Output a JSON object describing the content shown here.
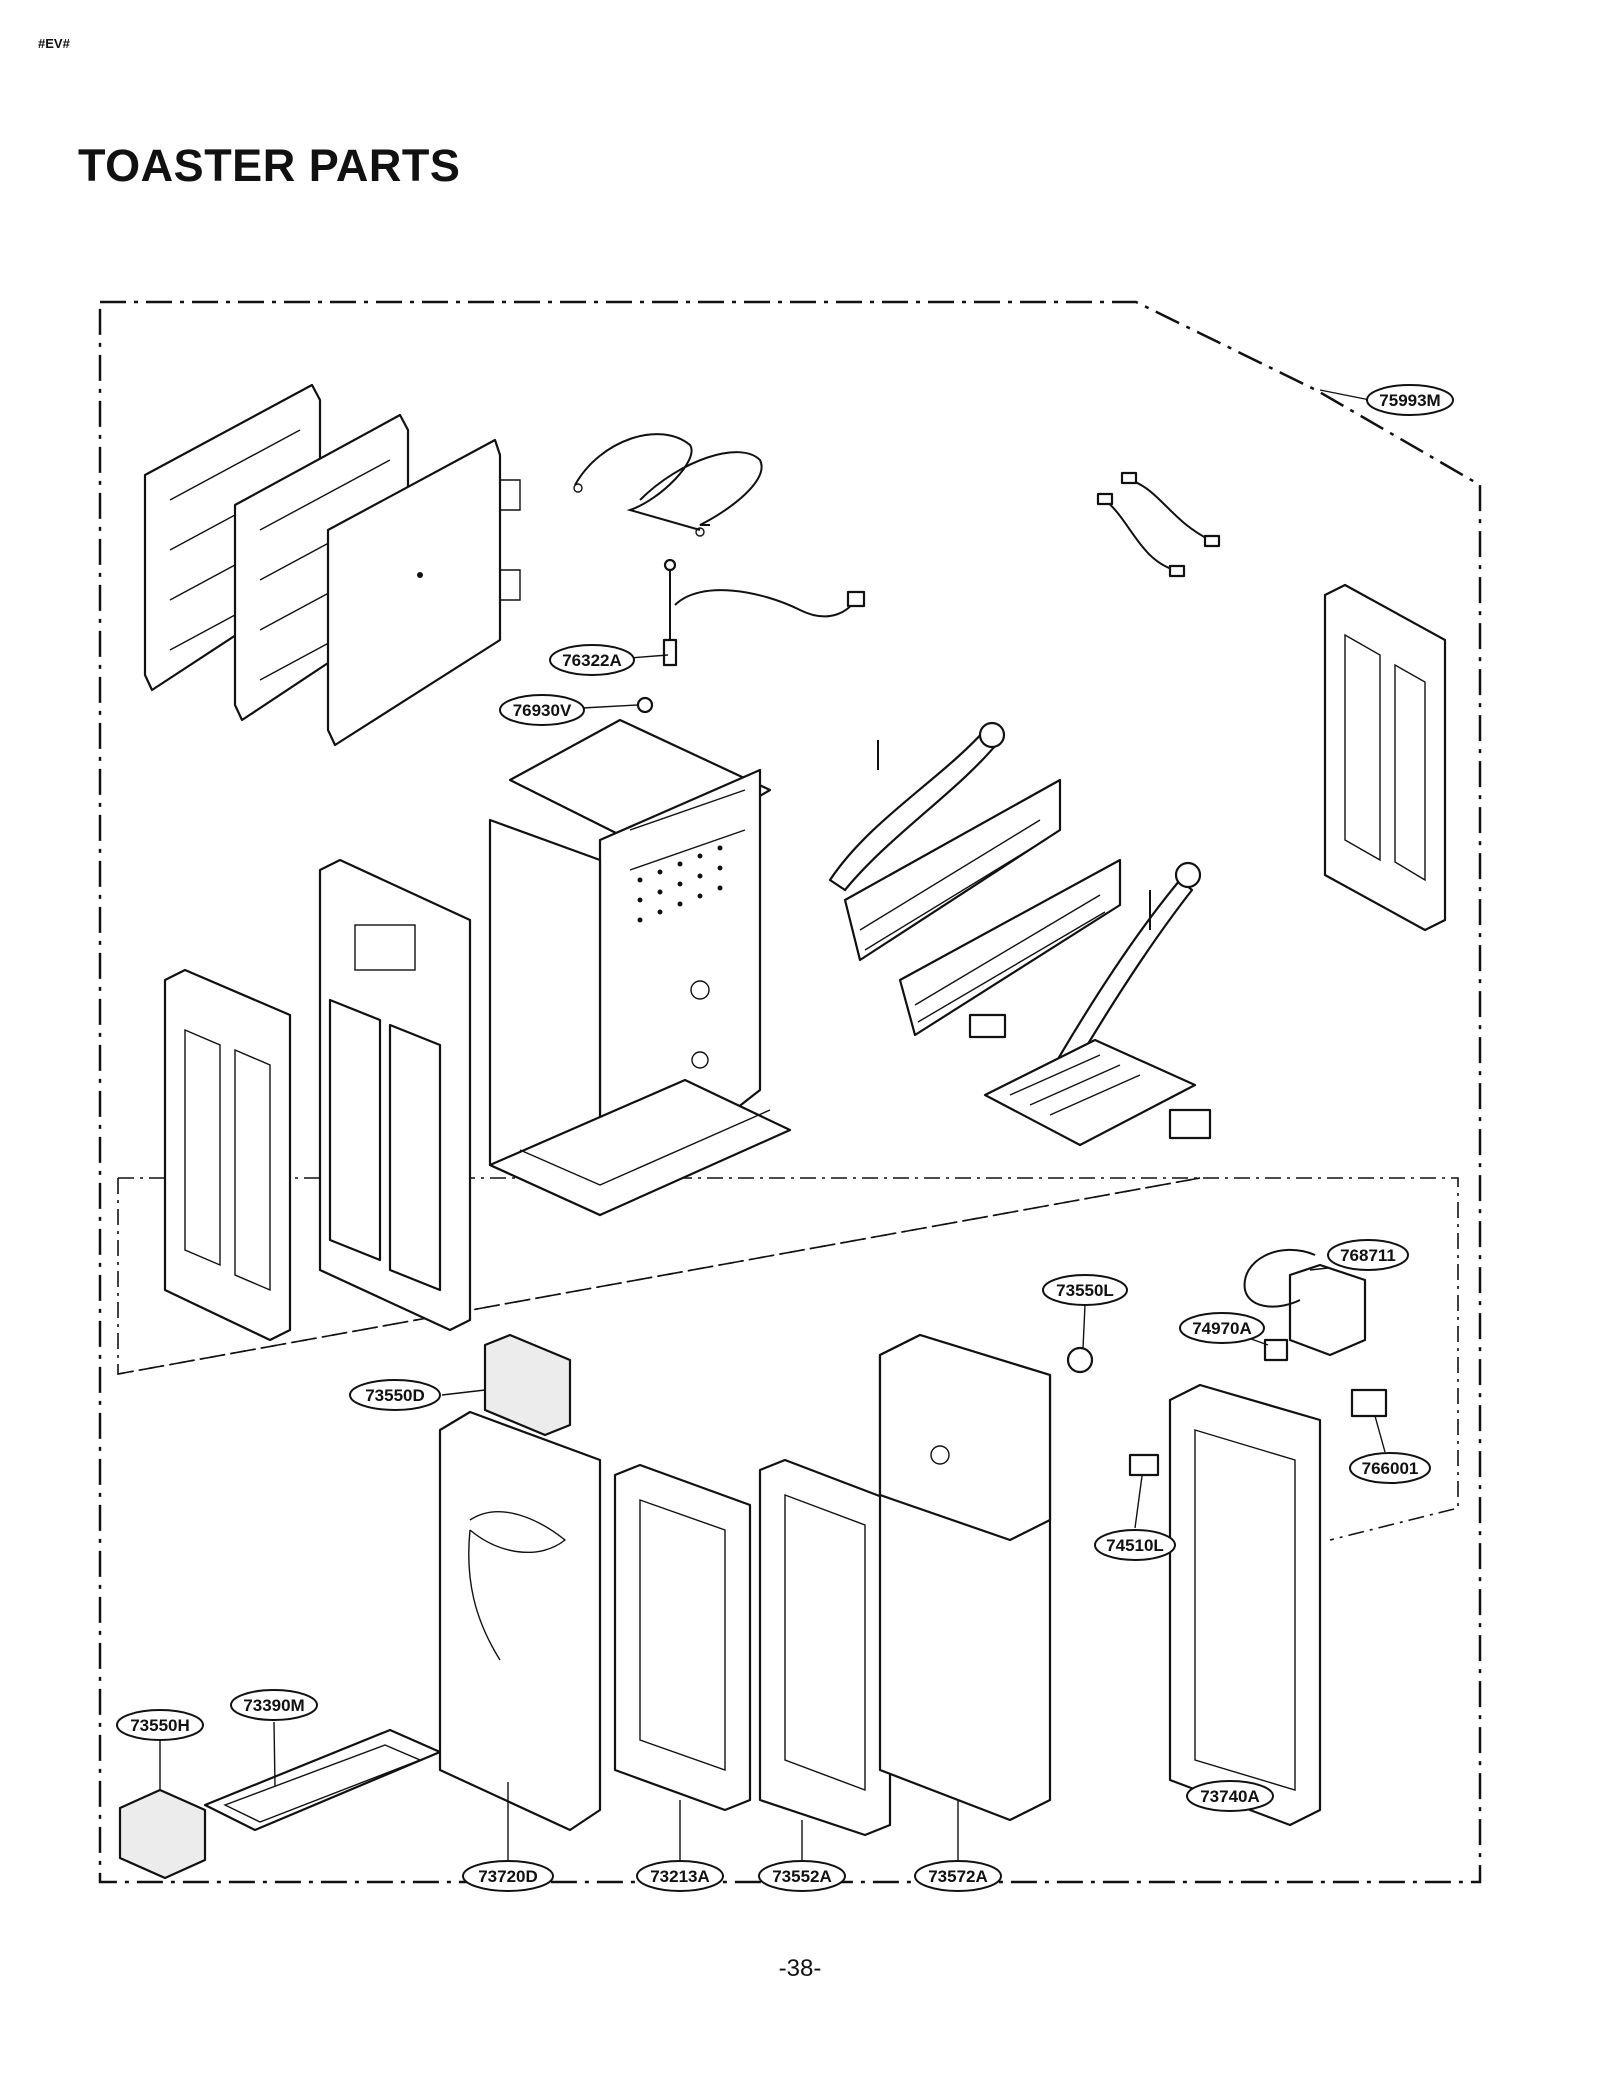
{
  "header": {
    "corner_tag": "#EV#",
    "title": "TOASTER PARTS"
  },
  "footer": {
    "page_number": "-38-"
  },
  "callouts": [
    {
      "id": "c-75993m",
      "label": "75993M"
    },
    {
      "id": "c-76322a",
      "label": "76322A"
    },
    {
      "id": "c-76930v",
      "label": "76930V"
    },
    {
      "id": "c-768711",
      "label": "768711"
    },
    {
      "id": "c-73550l",
      "label": "73550L"
    },
    {
      "id": "c-74970a",
      "label": "74970A"
    },
    {
      "id": "c-73550d",
      "label": "73550D"
    },
    {
      "id": "c-766001",
      "label": "766001"
    },
    {
      "id": "c-74510l",
      "label": "74510L"
    },
    {
      "id": "c-73390m",
      "label": "73390M"
    },
    {
      "id": "c-73550h",
      "label": "73550H"
    },
    {
      "id": "c-73740a",
      "label": "73740A"
    },
    {
      "id": "c-73720d",
      "label": "73720D"
    },
    {
      "id": "c-73213a",
      "label": "73213A"
    },
    {
      "id": "c-73552a",
      "label": "73552A"
    },
    {
      "id": "c-73572a",
      "label": "73572A"
    }
  ]
}
